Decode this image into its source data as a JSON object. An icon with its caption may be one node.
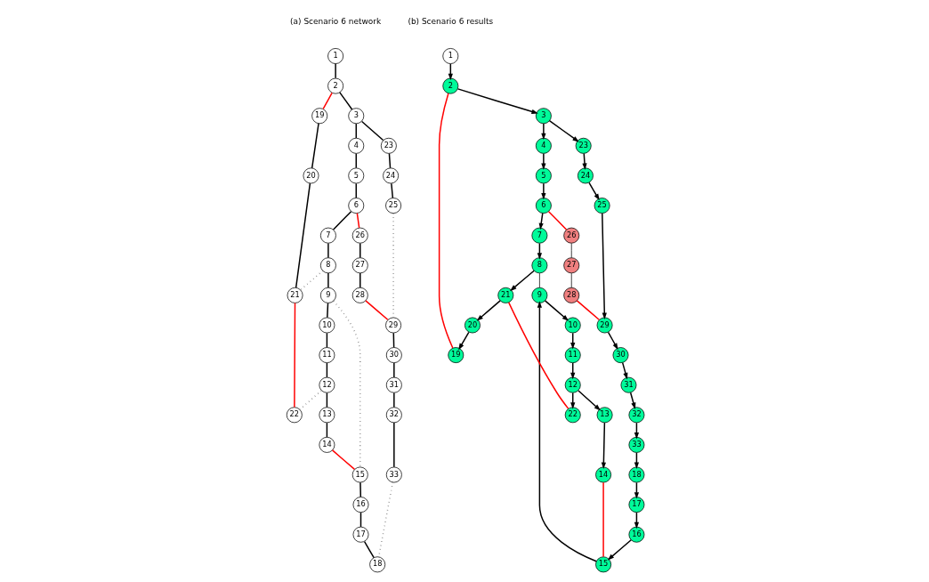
{
  "diagram": {
    "nodes": [
      {
        "text": [
          "1"
        ]
      },
      {
        "text": [
          "2"
        ]
      },
      {
        "text": [
          "3"
        ]
      },
      {
        "text": [
          "4"
        ]
      },
      {
        "text": [
          "5"
        ]
      },
      {
        "text": [
          "6"
        ]
      },
      {
        "text": [
          "7"
        ]
      },
      {
        "text": [
          "8"
        ]
      },
      {
        "text": [
          "9"
        ]
      },
      {
        "text": [
          "10"
        ]
      },
      {
        "text": [
          "11"
        ]
      },
      {
        "text": [
          "12"
        ]
      },
      {
        "text": [
          "13"
        ]
      },
      {
        "text": [
          "14"
        ]
      },
      {
        "text": [
          "15"
        ]
      },
      {
        "text": [
          "16"
        ]
      },
      {
        "text": [
          "17"
        ]
      },
      {
        "text": [
          "18"
        ]
      },
      {
        "text": [
          "19"
        ]
      },
      {
        "text": [
          "20"
        ]
      },
      {
        "text": [
          "21"
        ]
      },
      {
        "text": [
          "22"
        ]
      },
      {
        "text": [
          "23"
        ]
      },
      {
        "text": [
          "24"
        ]
      },
      {
        "text": [
          "25"
        ]
      },
      {
        "text": [
          "26"
        ]
      },
      {
        "text": [
          "27"
        ]
      },
      {
        "text": [
          "28"
        ]
      },
      {
        "text": [
          "29"
        ]
      },
      {
        "text": [
          "30"
        ]
      },
      {
        "text": [
          "31"
        ]
      },
      {
        "text": [
          "32"
        ]
      },
      {
        "text": [
          "33"
        ]
      },
      {
        "text": [
          "1"
        ]
      },
      {
        "text": [
          "2"
        ]
      },
      {
        "text": [
          "3"
        ]
      },
      {
        "text": [
          "4"
        ]
      },
      {
        "text": [
          "5"
        ]
      },
      {
        "text": [
          "6"
        ]
      },
      {
        "text": [
          "7"
        ]
      },
      {
        "text": [
          "8"
        ]
      },
      {
        "text": [
          "9"
        ]
      },
      {
        "text": [
          "10"
        ]
      },
      {
        "text": [
          "11"
        ]
      },
      {
        "text": [
          "12"
        ]
      },
      {
        "text": [
          "13"
        ]
      },
      {
        "text": [
          "14"
        ]
      },
      {
        "text": [
          "15"
        ]
      },
      {
        "text": [
          "16"
        ]
      },
      {
        "text": [
          "17"
        ]
      },
      {
        "text": [
          "18"
        ]
      },
      {
        "text": [
          "19"
        ]
      },
      {
        "text": [
          "20"
        ]
      },
      {
        "text": [
          "21"
        ]
      },
      {
        "text": [
          "22"
        ]
      },
      {
        "text": [
          "23"
        ]
      },
      {
        "text": [
          "24"
        ]
      },
      {
        "text": [
          "25"
        ]
      },
      {
        "text": [
          "26"
        ]
      },
      {
        "text": [
          "27"
        ]
      },
      {
        "text": [
          "28"
        ]
      },
      {
        "text": [
          "29"
        ]
      },
      {
        "text": [
          "30"
        ]
      },
      {
        "text": [
          "31"
        ]
      },
      {
        "text": [
          "32"
        ]
      },
      {
        "text": [
          "33"
        ]
      }
    ],
    "edges": [
      {
        "from": 0,
        "to": 1,
        "arrow": "none"
      },
      {
        "from": 1,
        "to": 2,
        "arrow": "none"
      },
      {
        "from": 2,
        "to": 3,
        "arrow": "none"
      },
      {
        "from": 2,
        "to": 22,
        "arrow": "none"
      },
      {
        "from": 3,
        "to": 4,
        "arrow": "none"
      },
      {
        "from": 4,
        "to": 5,
        "arrow": "none"
      },
      {
        "from": 5,
        "to": 6,
        "arrow": "none"
      },
      {
        "from": 6,
        "to": 7,
        "arrow": "none"
      },
      {
        "from": 7,
        "to": 8,
        "arrow": "none"
      },
      {
        "from": 8,
        "to": 9,
        "arrow": "none"
      },
      {
        "from": 9,
        "to": 10,
        "arrow": "none"
      },
      {
        "from": 10,
        "to": 11,
        "arrow": "none"
      },
      {
        "from": 11,
        "to": 12,
        "arrow": "none"
      },
      {
        "from": 12,
        "to": 13,
        "arrow": "none"
      },
      {
        "from": 14,
        "to": 15,
        "arrow": "none"
      },
      {
        "from": 15,
        "to": 16,
        "arrow": "none"
      },
      {
        "from": 16,
        "to": 17,
        "arrow": "none"
      },
      {
        "from": 18,
        "to": 19,
        "arrow": "none"
      },
      {
        "from": 19,
        "to": 20,
        "arrow": "none"
      },
      {
        "from": 22,
        "to": 23,
        "arrow": "none"
      },
      {
        "from": 23,
        "to": 24,
        "arrow": "none"
      },
      {
        "from": 25,
        "to": 26,
        "arrow": "none"
      },
      {
        "from": 26,
        "to": 27,
        "arrow": "none"
      },
      {
        "from": 28,
        "to": 29,
        "arrow": "none"
      },
      {
        "from": 29,
        "to": 30,
        "arrow": "none"
      },
      {
        "from": 30,
        "to": 31,
        "arrow": "none"
      },
      {
        "from": 31,
        "to": 32,
        "arrow": "none"
      },
      {
        "from": 1,
        "to": 18,
        "arrow": "none",
        "color": "#ff0000"
      },
      {
        "from": 5,
        "to": 25,
        "arrow": "none",
        "color": "#ff0000"
      },
      {
        "from": 20,
        "to": 21,
        "arrow": "none",
        "color": "#ff0000"
      },
      {
        "from": 27,
        "to": 28,
        "arrow": "none",
        "color": "#ff0000"
      },
      {
        "from": 13,
        "to": 14,
        "arrow": "none",
        "color": "#ff0000"
      },
      {
        "from": 7,
        "to": 20,
        "arrow": "none",
        "style": "dashed",
        "color": "#808080"
      },
      {
        "from": 8,
        "to": 14,
        "arrow": "none",
        "style": "dashed",
        "color": "#808080"
      },
      {
        "from": 11,
        "to": 21,
        "arrow": "none",
        "style": "dashed",
        "color": "#808080"
      },
      {
        "from": 24,
        "to": 28,
        "arrow": "none",
        "style": "dashed",
        "color": "#808080"
      },
      {
        "from": 32,
        "to": 17,
        "arrow": "none",
        "style": "dashed",
        "color": "#808080"
      },
      {
        "from": 33,
        "to": 34,
        "arrow": "to"
      },
      {
        "from": 34,
        "to": 35,
        "arrow": "to"
      },
      {
        "from": 35,
        "to": 36,
        "arrow": "to"
      },
      {
        "from": 35,
        "to": 55,
        "arrow": "to"
      },
      {
        "from": 36,
        "to": 37,
        "arrow": "to"
      },
      {
        "from": 37,
        "to": 38,
        "arrow": "to"
      },
      {
        "from": 38,
        "to": 39,
        "arrow": "to"
      },
      {
        "from": 39,
        "to": 40,
        "arrow": "to"
      },
      {
        "from": 40,
        "to": 53,
        "arrow": "to"
      },
      {
        "from": 53,
        "to": 52,
        "arrow": "to"
      },
      {
        "from": 52,
        "to": 51,
        "arrow": "to"
      },
      {
        "from": 55,
        "to": 56,
        "arrow": "to"
      },
      {
        "from": 56,
        "to": 57,
        "arrow": "to"
      },
      {
        "from": 57,
        "to": 61,
        "arrow": "to"
      },
      {
        "from": 61,
        "to": 62,
        "arrow": "to"
      },
      {
        "from": 62,
        "to": 63,
        "arrow": "to"
      },
      {
        "from": 63,
        "to": 64,
        "arrow": "to"
      },
      {
        "from": 64,
        "to": 65,
        "arrow": "to"
      },
      {
        "from": 65,
        "to": 50,
        "arrow": "to"
      },
      {
        "from": 50,
        "to": 49,
        "arrow": "to"
      },
      {
        "from": 49,
        "to": 48,
        "arrow": "to"
      },
      {
        "from": 48,
        "to": 47,
        "arrow": "to"
      },
      {
        "from": 47,
        "to": 41,
        "arrow": "to"
      },
      {
        "from": 41,
        "to": 42,
        "arrow": "to"
      },
      {
        "from": 42,
        "to": 43,
        "arrow": "to"
      },
      {
        "from": 43,
        "to": 44,
        "arrow": "to"
      },
      {
        "from": 44,
        "to": 45,
        "arrow": "to"
      },
      {
        "from": 44,
        "to": 54,
        "arrow": "to"
      },
      {
        "from": 45,
        "to": 46,
        "arrow": "to"
      },
      {
        "from": 40,
        "to": 41,
        "arrow": "none"
      },
      {
        "from": 58,
        "to": 59,
        "arrow": "none"
      },
      {
        "from": 59,
        "to": 60,
        "arrow": "none"
      },
      {
        "from": 34,
        "to": 51,
        "arrow": "none",
        "color": "#ff0000"
      },
      {
        "from": 38,
        "to": 58,
        "arrow": "none",
        "color": "#ff0000"
      },
      {
        "from": 53,
        "to": 54,
        "arrow": "none",
        "color": "#ff0000"
      },
      {
        "from": 60,
        "to": 61,
        "arrow": "none",
        "color": "#ff0000"
      },
      {
        "from": 46,
        "to": 47,
        "arrow": "none",
        "color": "#ff0000"
      }
    ],
    "labels": [
      "(a) Scenario 6 network",
      "(b) Scenario 6 results"
    ]
  }
}
